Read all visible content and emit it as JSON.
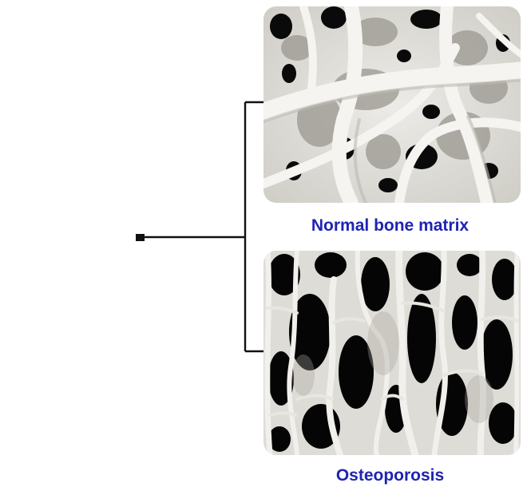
{
  "labels": {
    "normal": "Normal bone matrix",
    "osteoporosis": "Osteoporosis"
  },
  "colors": {
    "label_text": "#1f24b3",
    "connector_line": "#111111",
    "muscle": "#c4483a",
    "bone": "#e9e9ea",
    "bone_shadow": "#b8b8bd",
    "dark_void": "#060606"
  },
  "icons": {
    "hip_joint": "hip-joint-illustration",
    "marker": "square-marker-icon"
  }
}
